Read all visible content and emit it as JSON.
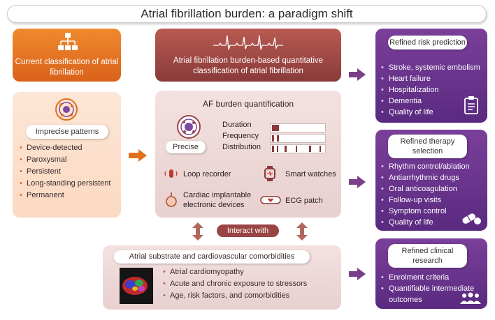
{
  "title": "Atrial fibrillation burden: a paradigm shift",
  "left": {
    "current_label": "Current classification of atrial fibrillation",
    "imprecise_label": "Imprecise patterns",
    "patterns": [
      "Device-detected",
      "Paroxysmal",
      "Persistent",
      "Long-standing persistent",
      "Permanent"
    ],
    "icons": [
      "hierarchy-icon",
      "imprecise-target-icon"
    ]
  },
  "middle": {
    "burden_label": "Atrial fibrillation burden-based quantitative classification of atrial fibrillation",
    "quant_title": "AF burden quantification",
    "precise_label": "Precise",
    "metrics": [
      "Duration",
      "Frequency",
      "Distribution"
    ],
    "devices": {
      "loop": "Loop recorder",
      "watch": "Smart watches",
      "cied": "Cardiac implantable electronic devices",
      "ecg": "ECG patch"
    },
    "interact_label": "Interact with",
    "substrate_title": "Atrial substrate and cardiovascular comorbidities",
    "substrate_items": [
      "Atrial cardiomyopathy",
      "Acute and chronic exposure to stressors",
      "Age, risk factors, and comorbidities"
    ],
    "icons": [
      "ecg-trace-icon",
      "precise-target-icon",
      "loop-recorder-icon",
      "smart-watch-icon",
      "cied-icon",
      "ecg-patch-icon",
      "atrial-map-image"
    ]
  },
  "right": {
    "risk_title": "Refined risk prediction",
    "risk_items": [
      "Stroke, systemic embolism",
      "Heart failure",
      "Hospitalization",
      "Dementia",
      "Quality of life"
    ],
    "therapy_title": "Refined therapy selection",
    "therapy_items": [
      "Rhythm control/ablation",
      "Antiarrhythmic drugs",
      "Oral anticoagulation",
      "Follow-up visits",
      "Symptom control",
      "Quality of life"
    ],
    "research_title": "Refined clinical research",
    "research_items": [
      "Enrolment criteria",
      "Quantifiable intermediate outcomes"
    ],
    "icons": [
      "clipboard-icon",
      "pill-icon",
      "people-icon"
    ]
  },
  "colors": {
    "orange": "#e0701f",
    "maroon": "#9a4545",
    "purple": "#6a3590",
    "peach": "#fde2cf",
    "pink": "#eed8d7"
  }
}
